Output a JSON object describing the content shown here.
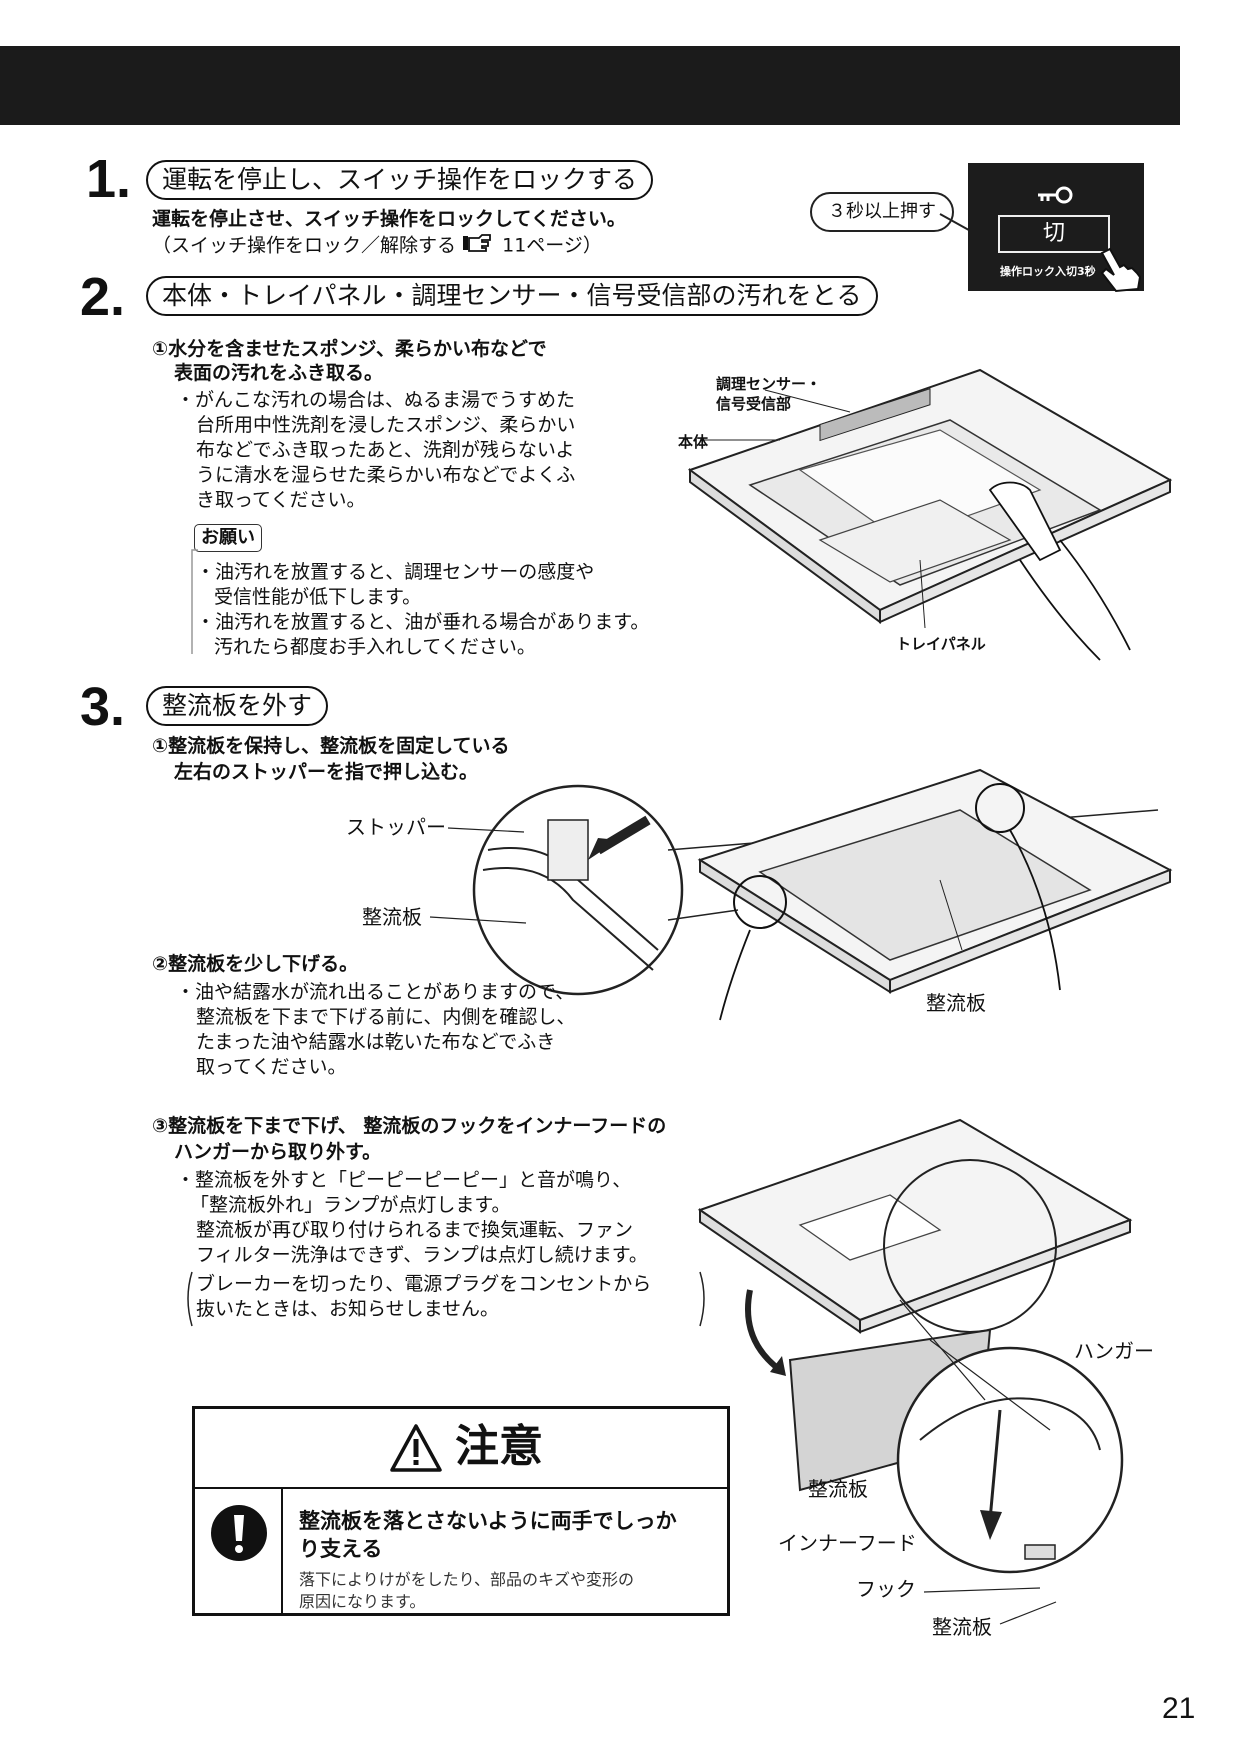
{
  "steps": [
    {
      "num": "1.",
      "title": "運転を停止し、スイッチ操作をロックする"
    },
    {
      "num": "2.",
      "title": "本体・トレイパネル・調理センサー・信号受信部の汚れをとる"
    },
    {
      "num": "3.",
      "title": "整流板を外す"
    }
  ],
  "step1": {
    "line1": "運転を停止させ、スイッチ操作をロックしてください。",
    "line2": "（スイッチ操作をロック／解除する",
    "line2_page": "11ページ）",
    "callout": "３秒以上押す",
    "button": "切",
    "panel_caption": "操作ロック入切3秒"
  },
  "step2": {
    "inst1": "①水分を含ませたスポンジ、柔らかい布などで",
    "inst2": "表面の汚れをふき取る。",
    "note": [
      "・がんこな汚れの場合は、ぬるま湯でうすめた",
      "台所用中性洗剤を浸したスポンジ、柔らかい",
      "布などでふき取ったあと、洗剤が残らないよ",
      "うに清水を湿らせた柔らかい布などでよくふ",
      "き取ってください。"
    ],
    "request_tag": "お願い",
    "request": [
      "・油汚れを放置すると、調理センサーの感度や",
      "受信性能が低下します。",
      "・油汚れを放置すると、油が垂れる場合があります。",
      "汚れたら都度お手入れしてください。"
    ],
    "labels": {
      "sensor1": "調理センサー・",
      "sensor2": "信号受信部",
      "body": "本体",
      "tray": "トレイパネル"
    }
  },
  "step3": {
    "inst1a": "①整流板を保持し、整流板を固定している",
    "inst1b": "左右のストッパーを指で押し込む。",
    "labels1": {
      "stopper": "ストッパー",
      "plate1": "整流板",
      "plate2": "整流板"
    },
    "inst2": "②整流板を少し下げる。",
    "note2": [
      "・油や結露水が流れ出ることがありますので、",
      "整流板を下まで下げる前に、内側を確認し、",
      "たまった油や結露水は乾いた布などでふき",
      "取ってください。"
    ],
    "inst3a": "③整流板を下まで下げ、 整流板のフックをインナーフードの",
    "inst3b": "ハンガーから取り外す。",
    "note3": [
      "・整流板を外すと「ピーピーピーピー」と音が鳴り、",
      "「整流板外れ」ランプが点灯します。",
      "整流板が再び取り付けられるまで換気運転、ファン",
      "フィルター洗浄はできず、ランプは点灯し続けます。"
    ],
    "paren": [
      "ブレーカーを切ったり、電源プラグをコンセントから",
      "抜いたときは、お知らせしません。"
    ],
    "labels3": {
      "hanger": "ハンガー",
      "plate": "整流板",
      "inner": "インナーフード",
      "hook": "フック",
      "plate2": "整流板"
    }
  },
  "caution": {
    "title": "注意",
    "main1": "整流板を落とさないように両手でしっか",
    "main2": "り支える",
    "sub1": "落下によりけがをしたり、部品のキズや変形の",
    "sub2": "原因になります。"
  },
  "page_number": "21"
}
